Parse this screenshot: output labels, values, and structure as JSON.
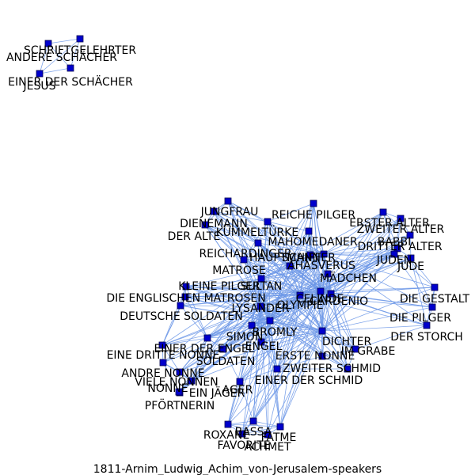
{
  "caption": "1811-Arnim_Ludwig_Achim_von-Jerusalem-speakers",
  "colors": {
    "node": "#0000cc",
    "edge": "#6a95e6"
  },
  "nodes": [
    {
      "id": "schriftgelehrter",
      "label": "SCHRIFTGELEHRTER"
    },
    {
      "id": "andere_schaecher",
      "label": "ANDERE SCHÄCHER"
    },
    {
      "id": "einer_der_schaecher",
      "label": "EINER DER SCHÄCHER"
    },
    {
      "id": "jesus",
      "label": "JESUS"
    },
    {
      "id": "jungfrau",
      "label": "JUNGFRAU"
    },
    {
      "id": "reiche_pilger",
      "label": "REICHE PILGER"
    },
    {
      "id": "erster_alter",
      "label": "ERSTER ALTER"
    },
    {
      "id": "zweiter_alter",
      "label": "ZWEITER ALTER"
    },
    {
      "id": "dienemann",
      "label": "DIENEMANN"
    },
    {
      "id": "der_alte",
      "label": "DER ALTE"
    },
    {
      "id": "kuemmelturke",
      "label": "KÜMMELTÜRKE"
    },
    {
      "id": "babbi",
      "label": "BABBI"
    },
    {
      "id": "dritter_alter",
      "label": "DRITTER ALTER"
    },
    {
      "id": "mahomedaner",
      "label": "MAHOMEDANER"
    },
    {
      "id": "juden",
      "label": "JUDEN"
    },
    {
      "id": "jude",
      "label": "JUDE"
    },
    {
      "id": "reichardinger",
      "label": "REICHARDINGER"
    },
    {
      "id": "matrose",
      "label": "MATROSE"
    },
    {
      "id": "ahasverus",
      "label": "AHASVERUS"
    },
    {
      "id": "maedchen",
      "label": "MÄDCHEN"
    },
    {
      "id": "kleine_pilger",
      "label": "KLEINE PILGER"
    },
    {
      "id": "sultan",
      "label": "SULTAN"
    },
    {
      "id": "die_englischen_matrosen",
      "label": "DIE ENGLISCHEN MATROSEN"
    },
    {
      "id": "celinde",
      "label": "CELINDE"
    },
    {
      "id": "cardenio",
      "label": "CARDENIO"
    },
    {
      "id": "lysander",
      "label": "LYSANDER"
    },
    {
      "id": "olympie",
      "label": "OLYMPIE"
    },
    {
      "id": "die_gestalt",
      "label": "DIE GESTALT"
    },
    {
      "id": "deutsche_soldaten",
      "label": "DEUTSCHE SOLDATEN"
    },
    {
      "id": "die_pilger",
      "label": "DIE PILGER"
    },
    {
      "id": "der_storch",
      "label": "DER STORCH"
    },
    {
      "id": "bromly",
      "label": "BROMLY"
    },
    {
      "id": "simon",
      "label": "SIMON"
    },
    {
      "id": "dichter",
      "label": "DICHTER"
    },
    {
      "id": "einer_der_engel",
      "label": "EINER DER ENGEL"
    },
    {
      "id": "eine_dritte_nonne",
      "label": "EINE DRITTE NONNE"
    },
    {
      "id": "grabe",
      "label": "IM GRABE"
    },
    {
      "id": "soldaten",
      "label": "SOLDATEN"
    },
    {
      "id": "erste_nonne",
      "label": "ERSTE NONNE"
    },
    {
      "id": "andre_nonne",
      "label": "ANDRE NONNE"
    },
    {
      "id": "viele_nonnen",
      "label": "VIELE NONNEN"
    },
    {
      "id": "nonne",
      "label": "NONNE"
    },
    {
      "id": "ein_jaeger",
      "label": "EIN JÄGER"
    },
    {
      "id": "ager",
      "label": "AGER"
    },
    {
      "id": "einer_der_schmid",
      "label": "EINER DER SCHMID"
    },
    {
      "id": "zweiter_schmid",
      "label": "ZWEITER SCHMID"
    },
    {
      "id": "pfoertnerin",
      "label": "PFÖRTNERIN"
    },
    {
      "id": "roxane",
      "label": "ROXANE"
    },
    {
      "id": "bassa",
      "label": "BASSA"
    },
    {
      "id": "fatme",
      "label": "FATME"
    },
    {
      "id": "favorite",
      "label": "FAVORITE"
    },
    {
      "id": "achmet",
      "label": "ACHMET"
    },
    {
      "id": "hauptmann",
      "label": "HAUPTMANN"
    },
    {
      "id": "engel",
      "label": "ENGEL"
    },
    {
      "id": "schiffer",
      "label": "SCHIFFER"
    }
  ]
}
